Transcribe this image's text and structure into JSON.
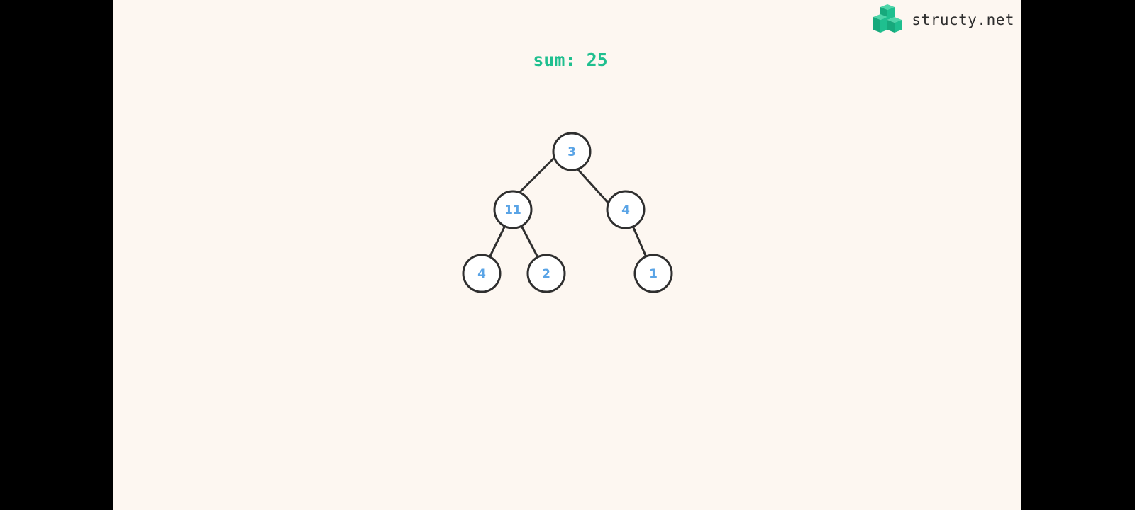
{
  "brand": {
    "name": "structy.net",
    "logo_icon": "structy-blocks-logo-icon",
    "logo_color": "#1fbf8f"
  },
  "sum": {
    "label": "sum: 25",
    "color": "#1fbf8f"
  },
  "tree": {
    "node_label_color": "#5aa4e6",
    "node_border_color": "#2f2f2f",
    "nodes": [
      {
        "id": "root",
        "value": "3"
      },
      {
        "id": "root-left",
        "value": "11"
      },
      {
        "id": "root-right",
        "value": "4"
      },
      {
        "id": "left-left",
        "value": "4"
      },
      {
        "id": "left-right",
        "value": "2"
      },
      {
        "id": "right-right",
        "value": "1"
      }
    ],
    "edges": [
      {
        "from": "root",
        "to": "root-left"
      },
      {
        "from": "root",
        "to": "root-right"
      },
      {
        "from": "root-left",
        "to": "left-left"
      },
      {
        "from": "root-left",
        "to": "left-right"
      },
      {
        "from": "root-right",
        "to": "right-right"
      }
    ]
  }
}
